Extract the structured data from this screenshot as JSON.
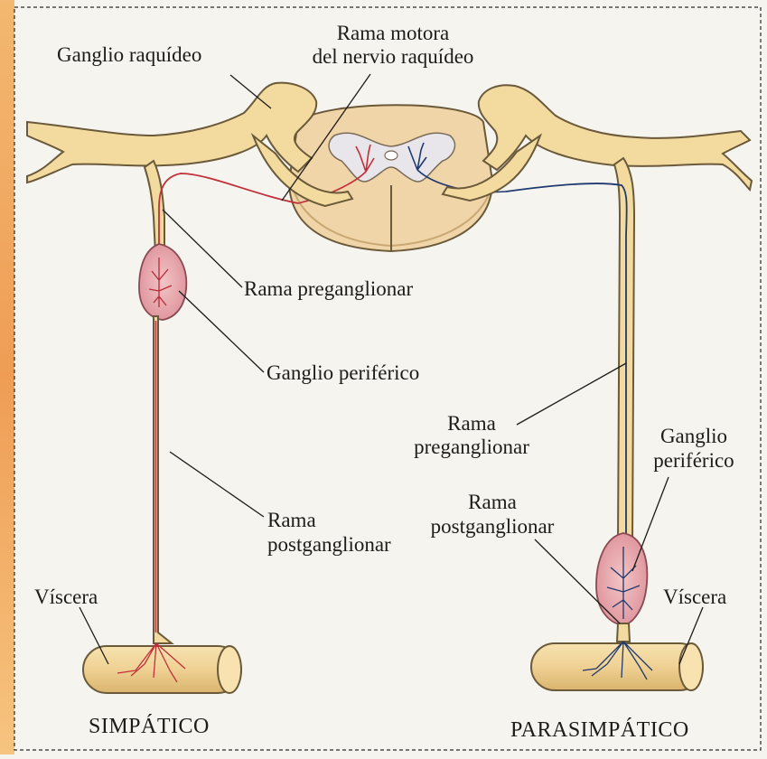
{
  "labels": {
    "ganglio_raquideo": "Ganglio raquídeo",
    "rama_motora_1": "Rama motora",
    "rama_motora_2": "del nervio raquídeo",
    "rama_preganglionar_left": "Rama preganglionar",
    "ganglio_periferico_left": "Ganglio periférico",
    "rama_postganglionar_left_1": "Rama",
    "rama_postganglionar_left_2": "postganglionar",
    "viscera_left": "Víscera",
    "rama_preganglionar_right_1": "Rama",
    "rama_preganglionar_right_2": "preganglionar",
    "ganglio_periferico_right_1": "Ganglio",
    "ganglio_periferico_right_2": "periférico",
    "rama_postganglionar_right_1": "Rama",
    "rama_postganglionar_right_2": "postganglionar",
    "viscera_right": "Víscera"
  },
  "titles": {
    "simpatico": "SIMPÁTICO",
    "parasimpatico": "PARASIMPÁTICO"
  },
  "colors": {
    "nerve_fill": "#f3dba0",
    "nerve_outline": "#6b5a3a",
    "cord_fill": "#f0d5a8",
    "sympathetic_fiber": "#c0303a",
    "parasympathetic_fiber": "#1f3a6e",
    "ganglion_fill": "#e7a7ae",
    "left_edge_orange": "#f0a25a"
  }
}
